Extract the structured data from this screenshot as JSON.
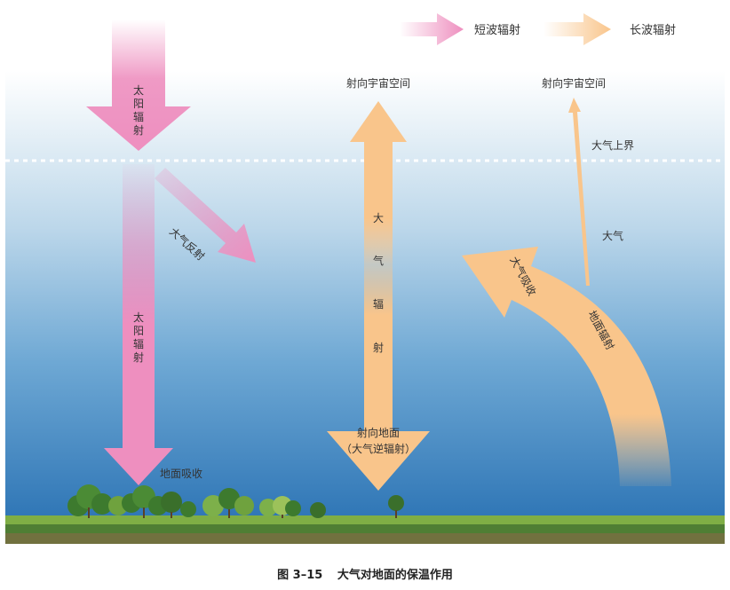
{
  "legend": {
    "shortwave": {
      "label": "短波辐射",
      "color": "#ee8fbf"
    },
    "longwave": {
      "label": "长波辐射",
      "color": "#f9c58b"
    }
  },
  "solar": {
    "top_label": [
      "太",
      "阳",
      "辐",
      "射"
    ],
    "mid_label": [
      "太",
      "阳",
      "辐",
      "射"
    ],
    "reflect_label": "大气反射",
    "ground_label": "地面吸收"
  },
  "atmos_radiation": {
    "top_label": "射向宇宙空间",
    "vertical_label": [
      "大",
      "气",
      "辐",
      "射"
    ],
    "bottom_label_1": "射向地面",
    "bottom_label_2": "（大气逆辐射）"
  },
  "ground_radiation": {
    "top_label": "射向宇宙空间",
    "boundary_label": "大气上界",
    "atmosphere_label": "大气",
    "absorb_label": "大气吸收",
    "ground_label": "地面辐射"
  },
  "caption": {
    "number": "图 3–15",
    "title": "大气对地面的保温作用"
  }
}
